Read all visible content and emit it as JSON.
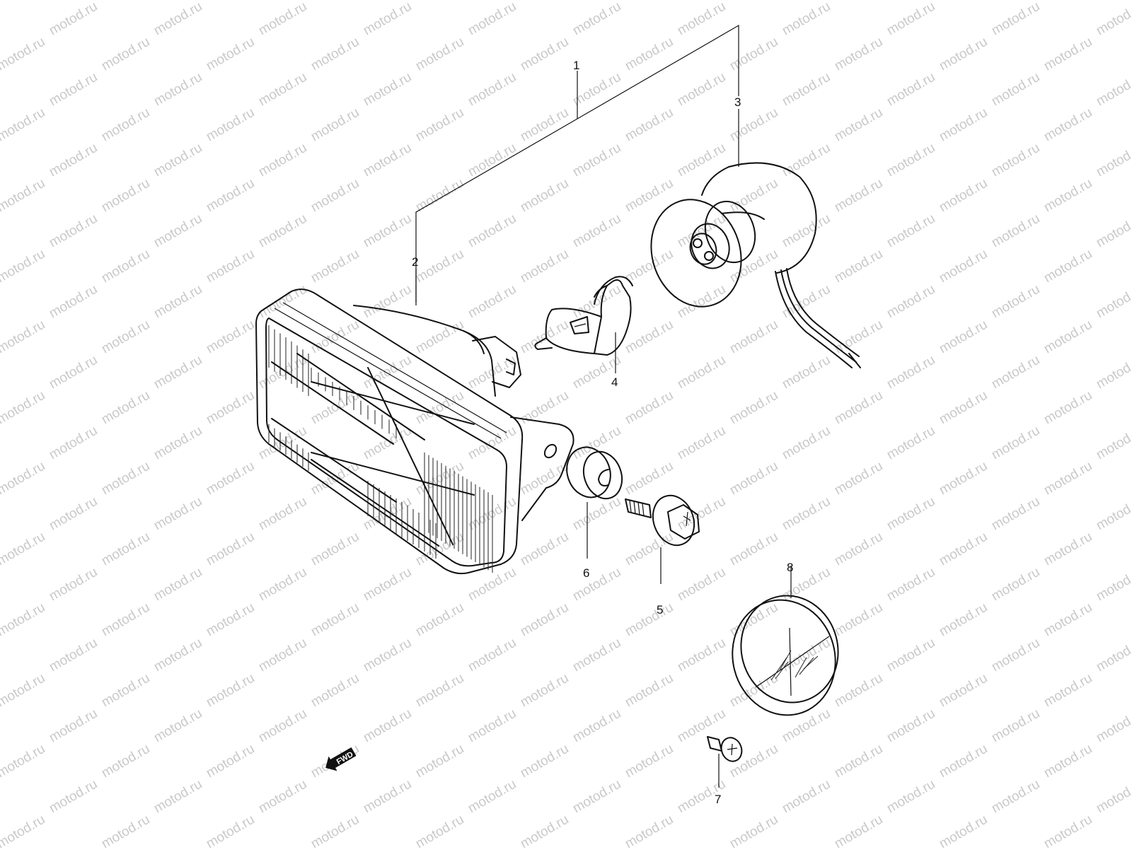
{
  "watermark": {
    "text": "motod.ru"
  },
  "callouts": [
    {
      "id": "1",
      "label": "1"
    },
    {
      "id": "2",
      "label": "2"
    },
    {
      "id": "3",
      "label": "3"
    },
    {
      "id": "4",
      "label": "4"
    },
    {
      "id": "5",
      "label": "5"
    },
    {
      "id": "6",
      "label": "6"
    },
    {
      "id": "7",
      "label": "7"
    },
    {
      "id": "8",
      "label": "8"
    }
  ],
  "fwd_badge": {
    "label": "FWD"
  },
  "colors": {
    "line": "#111111",
    "watermark": "#c9c9c9",
    "background": "#ffffff"
  }
}
